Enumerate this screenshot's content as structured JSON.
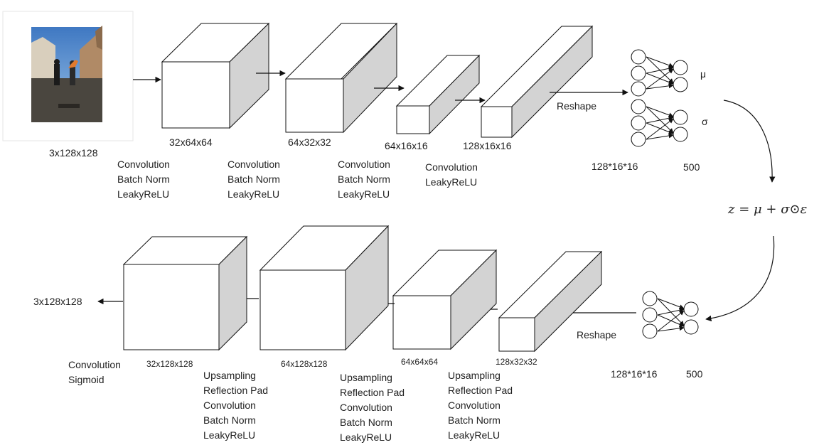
{
  "input_label": "3x128x128",
  "encoder": {
    "block1": {
      "dims": "32x64x64",
      "ops": [
        "Convolution",
        "Batch Norm",
        "LeakyReLU"
      ]
    },
    "block2": {
      "dims": "64x32x32",
      "ops": [
        "Convolution",
        "Batch Norm",
        "LeakyReLU"
      ]
    },
    "block3": {
      "dims": "64x16x16",
      "ops": [
        "Convolution",
        "Batch Norm",
        "LeakyReLU"
      ]
    },
    "block4": {
      "dims": "128x16x16",
      "ops": [
        "Convolution",
        "LeakyReLU"
      ]
    },
    "reshape": "Reshape",
    "flat_label": "128*16*16",
    "latent_label": "500",
    "mu": "μ",
    "sigma": "σ"
  },
  "formula": "z = μ + σ⊙ε",
  "decoder": {
    "reshape": "Reshape",
    "flat_label": "128*16*16",
    "latent_label": "500",
    "block1": {
      "dims": "128x32x32",
      "ops": [
        "Upsampling",
        "Reflection Pad",
        "Convolution",
        "Batch Norm",
        "LeakyReLU"
      ]
    },
    "block2": {
      "dims": "64x64x64",
      "ops": [
        "Upsampling",
        "Reflection Pad",
        "Convolution",
        "Batch Norm",
        "LeakyReLU"
      ]
    },
    "block3": {
      "dims": "64x128x128",
      "ops": [
        "Upsampling",
        "Reflection Pad",
        "Convolution",
        "Batch Norm",
        "LeakyReLU"
      ]
    },
    "block4": {
      "dims": "32x128x128",
      "ops": [
        "Convolution",
        "Sigmoid"
      ]
    },
    "output_label": "3x128x128"
  }
}
